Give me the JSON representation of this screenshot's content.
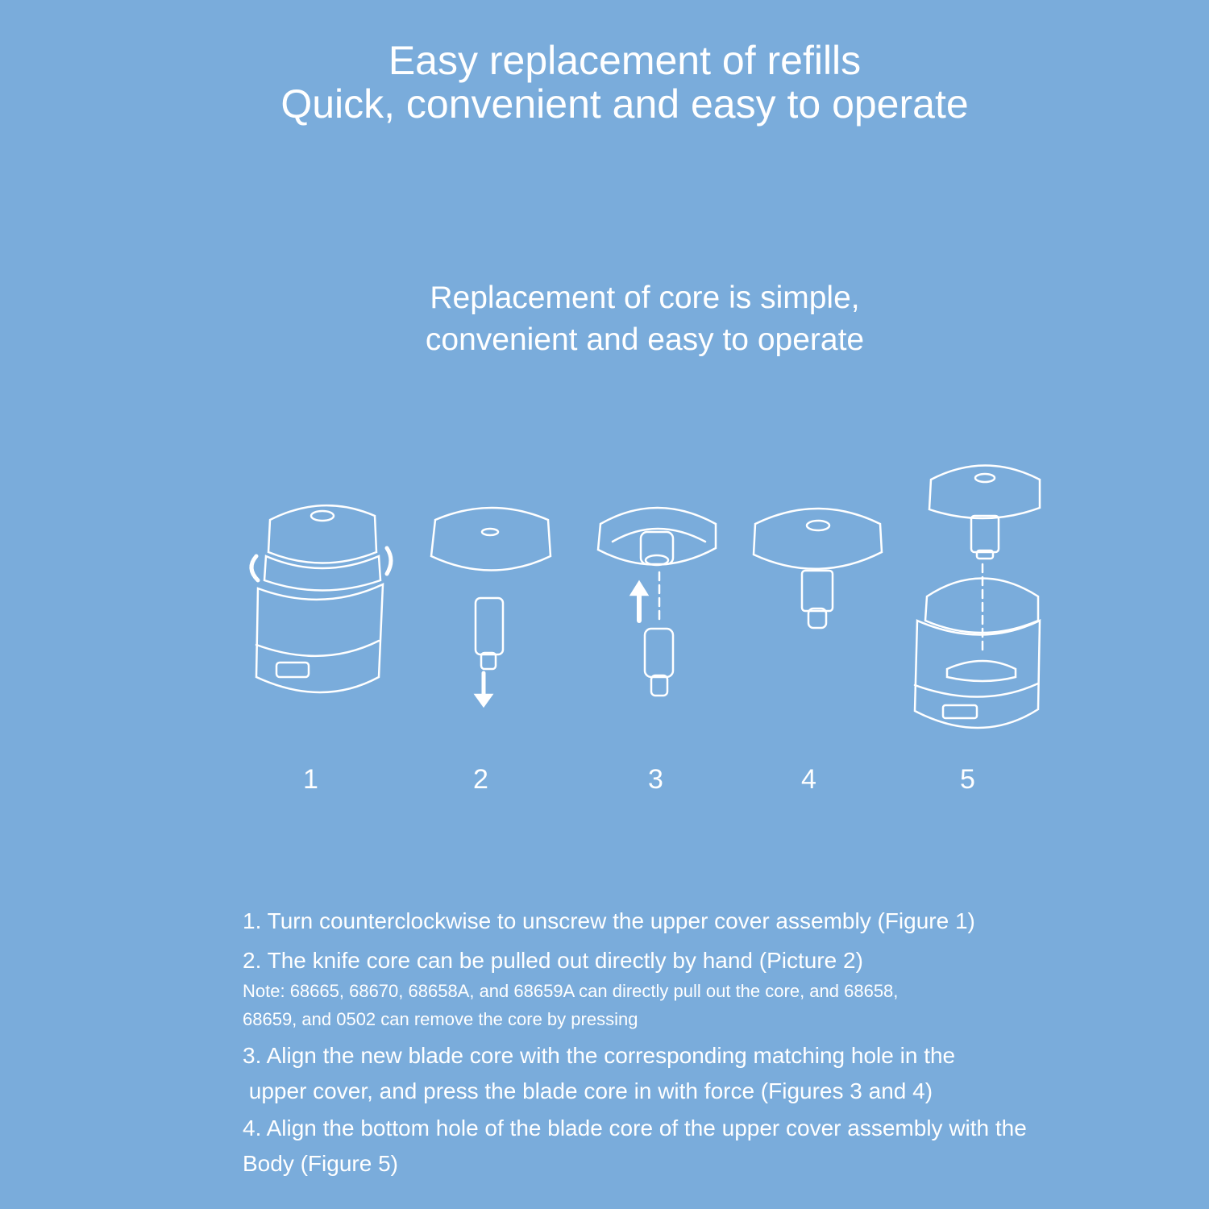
{
  "header": {
    "title_line1": "Easy replacement of refills",
    "title_line2": "Quick, convenient and easy to operate"
  },
  "subheader": {
    "line1": "Replacement of core is simple,",
    "line2": "convenient and easy to operate"
  },
  "figures": [
    {
      "label": "1"
    },
    {
      "label": "2"
    },
    {
      "label": "3"
    },
    {
      "label": "4"
    },
    {
      "label": "5"
    }
  ],
  "instructions": {
    "step1": "1. Turn counterclockwise to unscrew the upper cover assembly (Figure 1)",
    "step2": "2. The knife core can be pulled out directly by hand (Picture 2)",
    "note_line1": "Note: 68665, 68670, 68658A, and 68659A can directly pull out the core, and 68658,",
    "note_line2": "68659, and 0502 can remove the core by pressing",
    "step3_line1": "3. Align the new blade core with the corresponding matching hole in the",
    "step3_line2": " upper cover, and press the blade core in with force (Figures 3 and 4)",
    "step4_line1": "4. Align the bottom hole of the blade core of the upper cover assembly with the",
    "step4_line2": "Body (Figure 5)"
  },
  "colors": {
    "background": "#7aacdb",
    "foreground": "#ffffff"
  }
}
